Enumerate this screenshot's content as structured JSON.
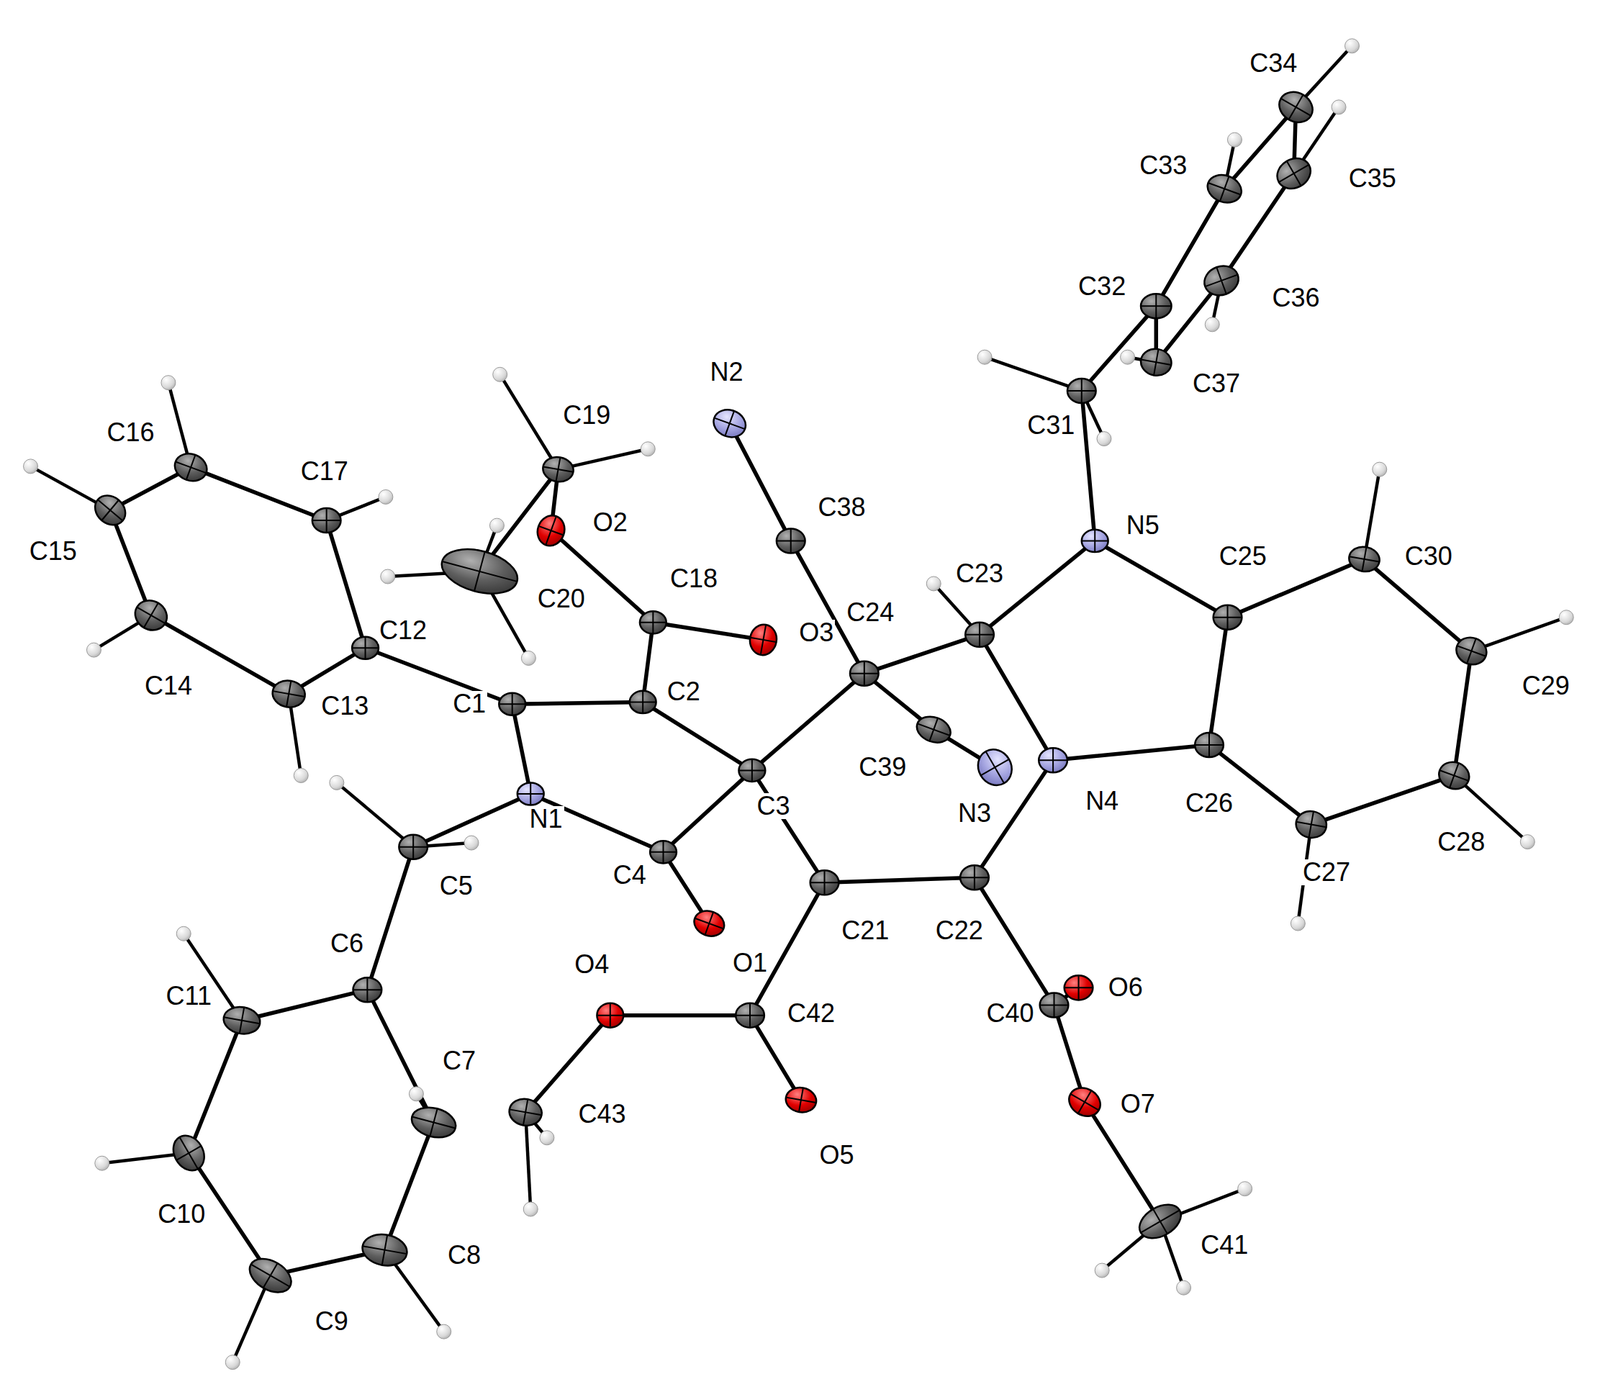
{
  "diagram": {
    "labels": [
      "C34",
      "C35",
      "C33",
      "C36",
      "C32",
      "C37",
      "N2",
      "C19",
      "C16",
      "C17",
      "C31",
      "O2",
      "C38",
      "N5",
      "C25",
      "C30",
      "C15",
      "C20",
      "C18",
      "C12",
      "C23",
      "C24",
      "O3",
      "C14",
      "C13",
      "C1",
      "C2",
      "C29",
      "C39",
      "N4",
      "C26",
      "N3",
      "C3",
      "N1",
      "C4",
      "C5",
      "C28",
      "C27",
      "C21",
      "C22",
      "C6",
      "O1",
      "O4",
      "C11",
      "C42",
      "C40",
      "O6",
      "C7",
      "C43",
      "O7",
      "O5",
      "C10",
      "C8",
      "C41",
      "C9"
    ]
  }
}
